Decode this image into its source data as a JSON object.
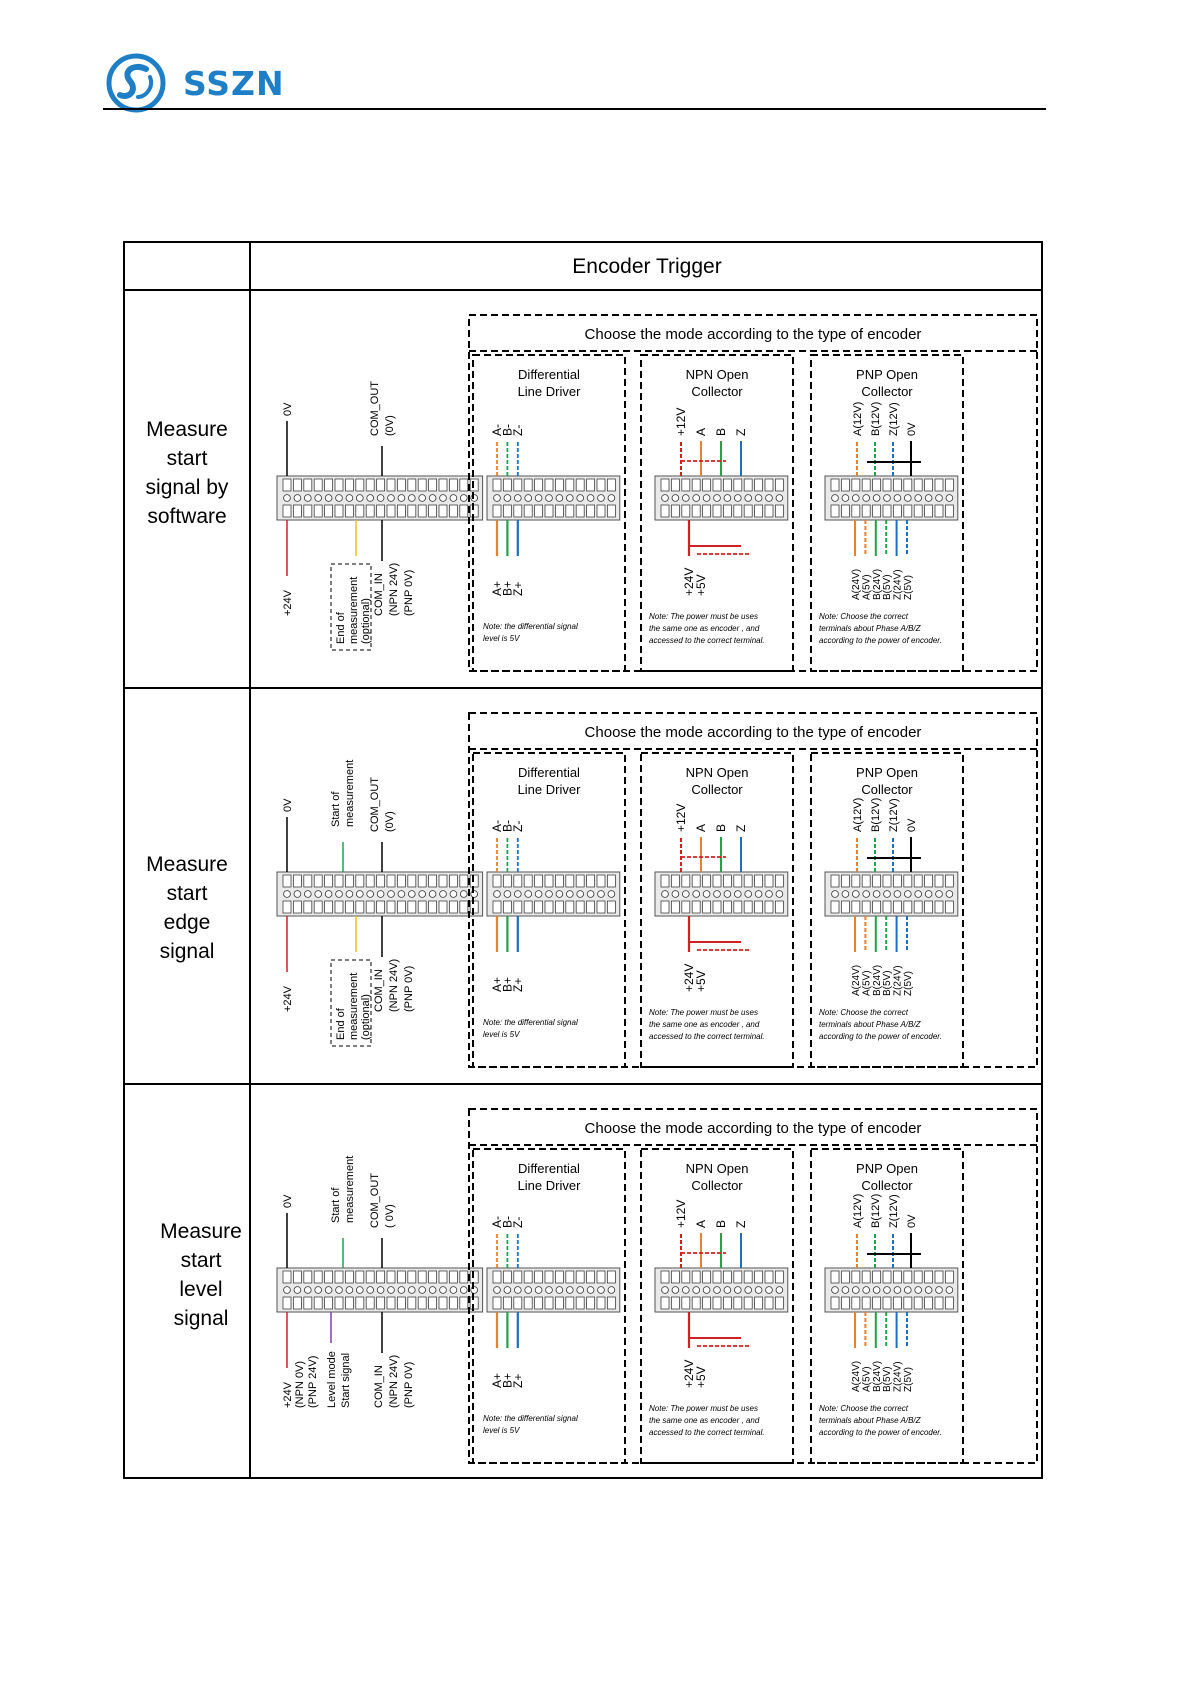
{
  "header": {
    "brand": "SSZN"
  },
  "table": {
    "title": "Encoder Trigger",
    "choose_mode": "Choose the mode according to the type of encoder",
    "modes": {
      "diff_title_1": "Differential",
      "diff_title_2": "Line Driver",
      "npn_title_1": "NPN Open",
      "npn_title_2": "Collector",
      "pnp_title_1": "PNP Open",
      "pnp_title_2": "Collector",
      "diff_top": [
        "A-",
        "B-",
        "Z-"
      ],
      "diff_bottom": [
        "A+",
        "B+",
        "Z+"
      ],
      "npn_top": [
        "+12V",
        "A",
        "B",
        "Z"
      ],
      "npn_bottom": [
        "+24V",
        "+5V"
      ],
      "pnp_top": [
        "A(12V)",
        "B(12V)",
        "Z(12V)",
        "0V"
      ],
      "pnp_bottom": [
        "A(24V)",
        "A(5V)",
        "B(24V)",
        "B(5V)",
        "Z(24V)",
        "Z(5V)"
      ],
      "note_diff_1": "Note:  the differential signal",
      "note_diff_2": "level is 5V",
      "note_npn_1": "Note:  The power must be uses",
      "note_npn_2": "the same one as encoder ,  and",
      "note_npn_3": "accessed to the correct terminal.",
      "note_pnp_1": "Note:  Choose the correct",
      "note_pnp_2": "terminals about Phase A/B/Z",
      "note_pnp_3": "according to the power of encoder."
    },
    "left_labels": {
      "zero_v": "0V",
      "plus24v": "+24V",
      "com_out": "COM_OUT",
      "com_out_v": "(0V)",
      "com_out_v2": "( 0V)",
      "com_in": "COM_IN",
      "npn24": "(NPN  24V)",
      "pnp0": "(PNP  0V)",
      "start_of": "Start of",
      "measurement": "measurement",
      "end_of": "End of",
      "optional": "(optional)",
      "npn0": "(NPN  0V)",
      "pnp24": "(PNP  24V)",
      "level_mode": "Level mode",
      "start_signal": "Start signal"
    },
    "rows": [
      {
        "label_lines": [
          "Measure",
          "start",
          "signal by",
          "software"
        ]
      },
      {
        "label_lines": [
          "Measure",
          "start",
          "edge",
          "signal"
        ]
      },
      {
        "label_lines": [
          "Measure",
          "start",
          "level",
          "signal"
        ]
      }
    ]
  },
  "colors": {
    "brand": "#1e7fc6",
    "orange": "#e8822a",
    "green": "#22a34a",
    "blue": "#1f6fc0",
    "red": "#d42020",
    "yellow": "#e8c21a",
    "purple": "#7b3fb0"
  }
}
